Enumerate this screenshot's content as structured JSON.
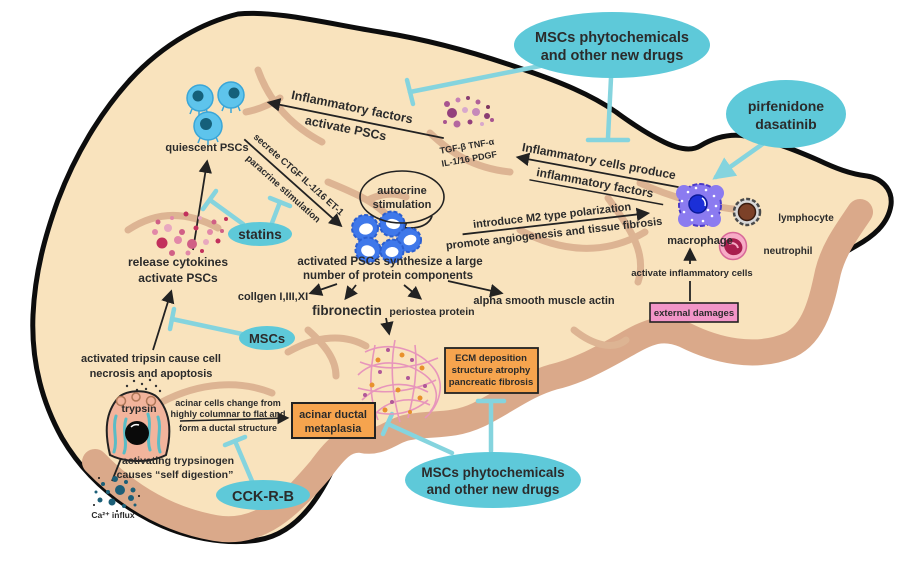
{
  "title": "Pancreatic stellate cell activation and fibrosis pathway diagram",
  "colors": {
    "teal_fill": "#5ec9d9",
    "teal_line": "#85d4de",
    "orange_box": "#f6a44e",
    "pink_box": "#f295c8",
    "pancreas_fill": "#f9e3bd",
    "pancreas_band": "#daa98a",
    "vessel": "#ddb493",
    "quiescent_cell": "#5ec4ec",
    "activated_cell": "#3f78ea",
    "macrophage_cell": "#8b7bf0",
    "lymphocyte_cell": "#7c4128",
    "neutrophil_cell": "#f7abc6",
    "trypsin_cell": "#f2b49c"
  },
  "ellipses": {
    "top_drugs": [
      "MSCs phytochemicals",
      "and other new drugs"
    ],
    "pirfenidone": [
      "pirfenidone",
      "dasatinib"
    ],
    "statins": "statins",
    "mscs": "MSCs",
    "cck": "CCK-R-B",
    "bottom_drugs": [
      "MSCs phytochemicals",
      "and other new drugs"
    ]
  },
  "boxes": {
    "acinar": [
      "acinar ductal",
      "metaplasia"
    ],
    "ecm": [
      "ECM deposition",
      "structure atrophy",
      "pancreatic fibrosis"
    ],
    "external": "external damages"
  },
  "labels": {
    "inflammatory_factors": [
      "Inflammatory factors",
      "activate PSCs"
    ],
    "quiescent": "quiescent PSCs",
    "secrete": [
      "secrete CTGF  IL-1/16  ET-1",
      "paracrine stimulation"
    ],
    "autocrine": [
      "autocrine",
      "stimulation"
    ],
    "tgf": [
      "TGF-β  TNF-α",
      "IL-1/16  PDGF"
    ],
    "inflammatory_cells": [
      "Inflammatory cells produce",
      "inflammatory factors"
    ],
    "m2": [
      "introduce M2 type polarization",
      "promote angiogenesis and tissue fibrosis"
    ],
    "macrophage": "macrophage",
    "lymphocyte": "lymphocyte",
    "neutrophil": "neutrophil",
    "activate_inflammatory": "activate inflammatory cells",
    "release": [
      "release cytokines",
      "activate PSCs"
    ],
    "synthesize": [
      "activated PSCs synthesize a large",
      "number of protein components"
    ],
    "collagen": "collgen I,III,XI",
    "fibronectin": "fibronectin",
    "periostea": "periostea protein",
    "alpha_sma": "alpha smooth muscle actin",
    "tripsin": [
      "activated tripsin cause cell",
      "necrosis and apoptosis"
    ],
    "trypsin_cell": "trypsin",
    "acinar_change": [
      "acinar cells change from",
      "highly columnar to flat and",
      "form a ductal structure"
    ],
    "trypsinogen": [
      "activating trypsinogen",
      "causes “self digestion”"
    ],
    "ca_influx": "Ca²⁺ influx"
  }
}
